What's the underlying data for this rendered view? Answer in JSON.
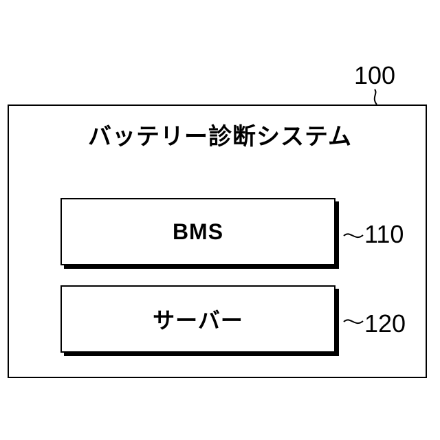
{
  "diagram": {
    "title": "バッテリー診断システム",
    "outer_ref": "100",
    "components": [
      {
        "label": "BMS",
        "ref": "110"
      },
      {
        "label": "サーバー",
        "ref": "120"
      }
    ]
  }
}
